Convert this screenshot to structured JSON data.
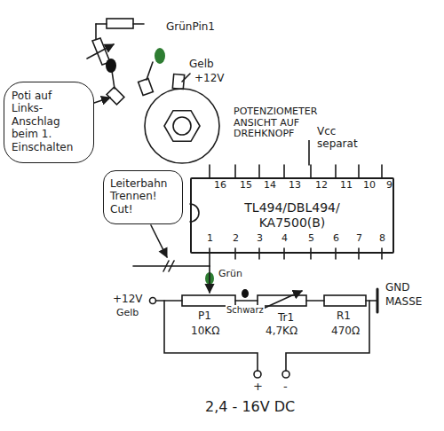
{
  "diagram": {
    "nodes": [
      {
        "text": [
          "Poti auf Links- Anschlag beim 1. Einschalten"
        ]
      },
      {
        "text": [
          "Leiterbahn Trennen! Cut!"
        ]
      },
      {
        "text": [
          "TL494/DBL494/ KA7500(B)"
        ]
      }
    ],
    "labels": [
      "GrünPin1",
      "Gelb",
      "+12V",
      "POTENZIOMETER ANSICHT AUF DREHKNOPF",
      "Vcc separat",
      "16",
      "15",
      "14",
      "13",
      "12",
      "11",
      "10",
      "9",
      "1",
      "2",
      "3",
      "4",
      "5",
      "6",
      "7",
      "8",
      "Grün",
      "+12V",
      "Gelb",
      "P1",
      "Schwarz",
      "10KΩ",
      "Tr1",
      "4,7KΩ",
      "R1",
      "470Ω",
      "GND",
      "MASSE",
      "+",
      "-",
      "2,4 - 16V DC"
    ]
  }
}
